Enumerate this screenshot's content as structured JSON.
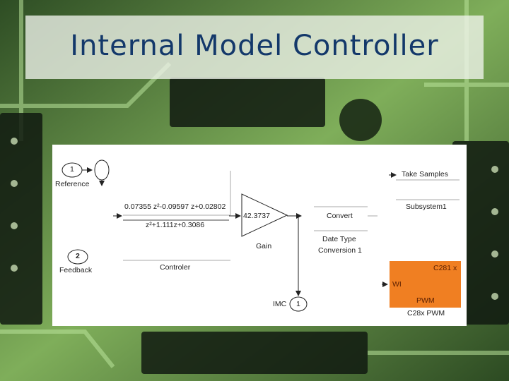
{
  "slide": {
    "title": "Internal Model Controller",
    "background_image": "green-circuit-board-photo"
  },
  "diagram": {
    "blocks": {
      "reference_inport": {
        "number": "1",
        "label": "Reference"
      },
      "feedback_inport": {
        "number": "2",
        "label": "Feedback"
      },
      "controller": {
        "numerator": "0.07355 z²-0.09597 z+0.02802",
        "denominator": "z²+1.111z+0.3086",
        "label": "Controler"
      },
      "gain": {
        "value": "42.3737",
        "label": "Gain"
      },
      "convert": {
        "text": "Convert",
        "label_line1": "Date Type",
        "label_line2": "Conversion 1"
      },
      "take_samples": {
        "label": "Take Samples"
      },
      "subsystem": {
        "label": "Subsystem1"
      },
      "pwm_block": {
        "title": "C281 x",
        "input_port": "WI",
        "output": "PWM",
        "label": "C28x PWM",
        "color": "#f07f22"
      },
      "imc_outport": {
        "number": "1",
        "label": "IMC"
      }
    },
    "colors": {
      "panel": "#ffffff",
      "lines": "#222222",
      "title": "#13386a"
    }
  }
}
